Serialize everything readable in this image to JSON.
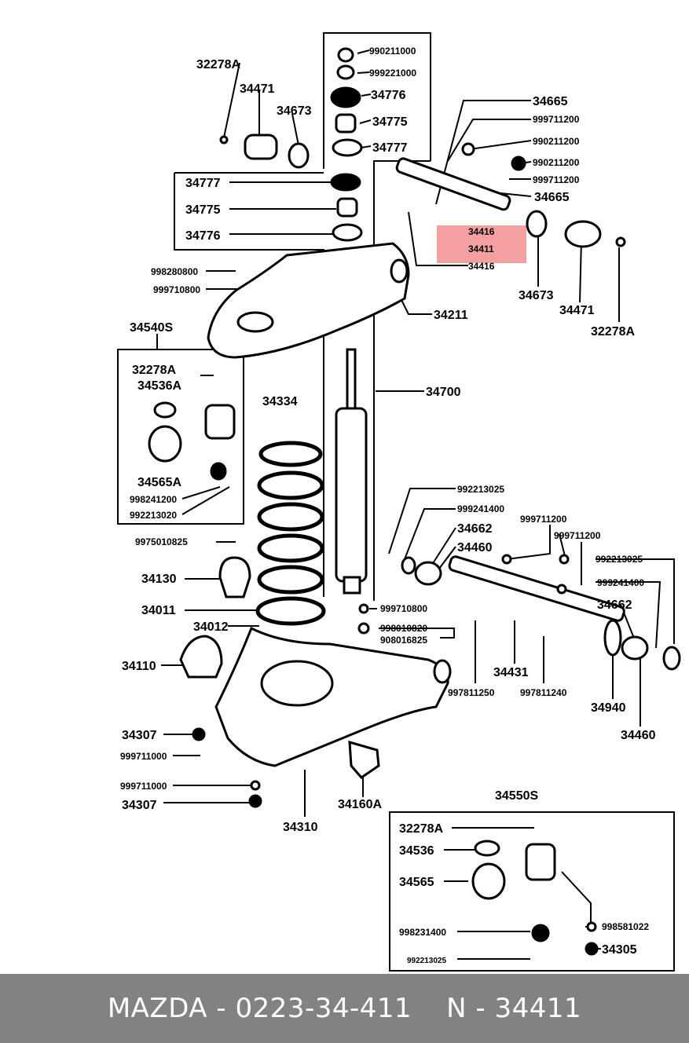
{
  "labels": {
    "l32278A_top": "32278A",
    "l34471_top": "34471",
    "l34673_top": "34673",
    "n990211000": "990211000",
    "n999221000": "999221000",
    "l34776_a": "34776",
    "l34775_a": "34775",
    "l34777_a": "34777",
    "l34777_b": "34777",
    "l34775_b": "34775",
    "l34776_b": "34776",
    "l34665_a": "34665",
    "n999711200_a": "999711200",
    "n990211200_a": "990211200",
    "n990211200_b": "990211200",
    "n999711200_b": "999711200",
    "l34665_b": "34665",
    "l34416_a": "34416",
    "l34411": "34411",
    "l34416_b": "34416",
    "l34673_r": "34673",
    "l34471_r": "34471",
    "l32278A_r": "32278A",
    "l34211": "34211",
    "n998280800": "998280800",
    "n999710800_a": "999710800",
    "l34540S": "34540S",
    "l32278A_l": "32278A",
    "l34536A": "34536A",
    "l34565A": "34565A",
    "n998241200": "998241200",
    "n992213020": "992213020",
    "l34334": "34334",
    "l34700": "34700",
    "n9975010825": "9975010825",
    "l34130": "34130",
    "l34011": "34011",
    "l34012": "34012",
    "l34110": "34110",
    "l34307_a": "34307",
    "n999711000_a": "999711000",
    "n999711000_b": "999711000",
    "l34307_b": "34307",
    "l34310": "34310",
    "l34160A": "34160A",
    "n992213025_a": "992213025",
    "n999241400_a": "999241400",
    "l34662_a": "34662",
    "l34460_a": "34460",
    "n999711200_c": "999711200",
    "n999711200_d": "999711200",
    "n999710800_b": "999710800",
    "n998010820": "998010820",
    "n908016825": "908016825",
    "n992213025_b": "992213025",
    "n999241400_b": "999241400",
    "l34662_b": "34662",
    "l34431": "34431",
    "n997811250": "997811250",
    "n997811240": "997811240",
    "l34940": "34940",
    "l34460_b": "34460",
    "l34550S": "34550S",
    "l32278A_b": "32278A",
    "l34536": "34536",
    "l34565": "34565",
    "n998231400": "998231400",
    "n992213025_c": "992213025",
    "n998581022": "998581022",
    "l34305": "34305"
  },
  "highlight_color": "#f08080",
  "footer": {
    "brand": "MAZDA - 0223-34-411",
    "number": "N - 34411"
  }
}
